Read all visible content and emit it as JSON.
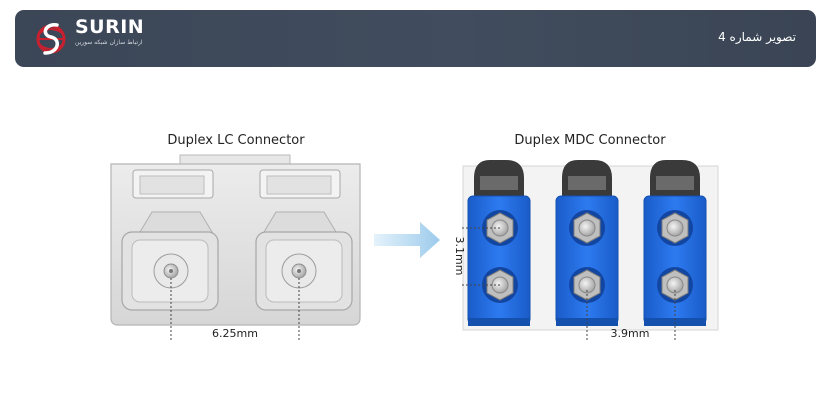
{
  "header": {
    "brand": "SURIN",
    "tagline": "ارتباط سازان شبکه سورین",
    "figure_label": "تصویر شماره 4"
  },
  "diagram": {
    "lc": {
      "title": "Duplex LC Connector",
      "dimension": "6.25mm"
    },
    "mdc": {
      "title": "Duplex MDC Connector",
      "dimension_horizontal": "3.9mm",
      "dimension_vertical": "3.1mm"
    }
  },
  "colors": {
    "header_bg": "#3f4a5b",
    "logo_red": "#c8202f",
    "mdc_blue": "#1f66d8",
    "mdc_dark": "#333333",
    "arrow": "#a9d4ef"
  }
}
